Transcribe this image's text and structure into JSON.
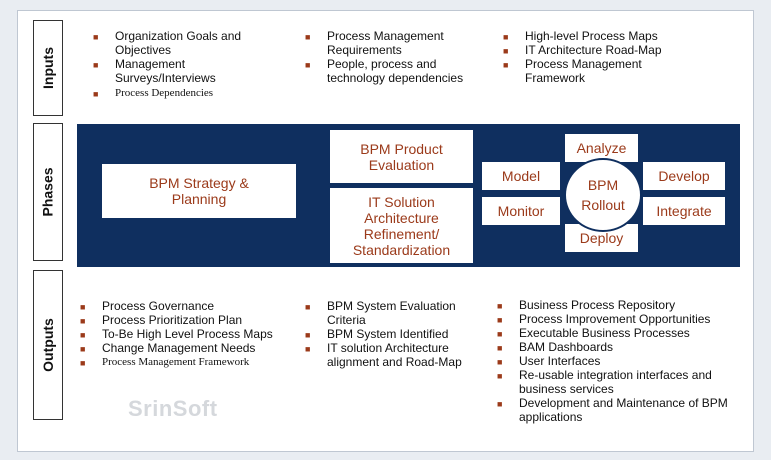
{
  "inputs": {
    "label": "Inputs",
    "col1": [
      "Organization Goals and Objectives",
      "Management Surveys/Interviews",
      "Process Dependencies"
    ],
    "col2": [
      "Process Management Requirements",
      "People, process and technology dependencies"
    ],
    "col3": [
      "High-level Process Maps",
      "IT Architecture Road-Map",
      "Process Management Framework"
    ]
  },
  "phases": {
    "label": "Phases",
    "strategy": "BPM Strategy & Planning",
    "product_eval": "BPM Product Evaluation",
    "it_solution": "IT Solution Architecture Refinement/ Standardization",
    "rollout": {
      "center": "BPM Rollout",
      "analyze": "Analyze",
      "model": "Model",
      "develop": "Develop",
      "monitor": "Monitor",
      "integrate": "Integrate",
      "deploy": "Deploy"
    }
  },
  "outputs": {
    "label": "Outputs",
    "col1": [
      "Process Governance",
      "Process Prioritization Plan",
      "To-Be High Level Process Maps",
      "Change Management Needs",
      "Process Management Framework"
    ],
    "col2": [
      "BPM System Evaluation Criteria",
      "BPM System Identified",
      "IT solution Architecture alignment and Road-Map"
    ],
    "col3": [
      "Business Process Repository",
      "Process Improvement Opportunities",
      "Executable Business Processes",
      "BAM Dashboards",
      "User Interfaces",
      "Re-usable integration interfaces and business services",
      "Development and Maintenance of BPM applications"
    ]
  },
  "watermark": "SrinSoft",
  "colors": {
    "band": "#0f2f5f",
    "accent": "#9b3a1a"
  }
}
